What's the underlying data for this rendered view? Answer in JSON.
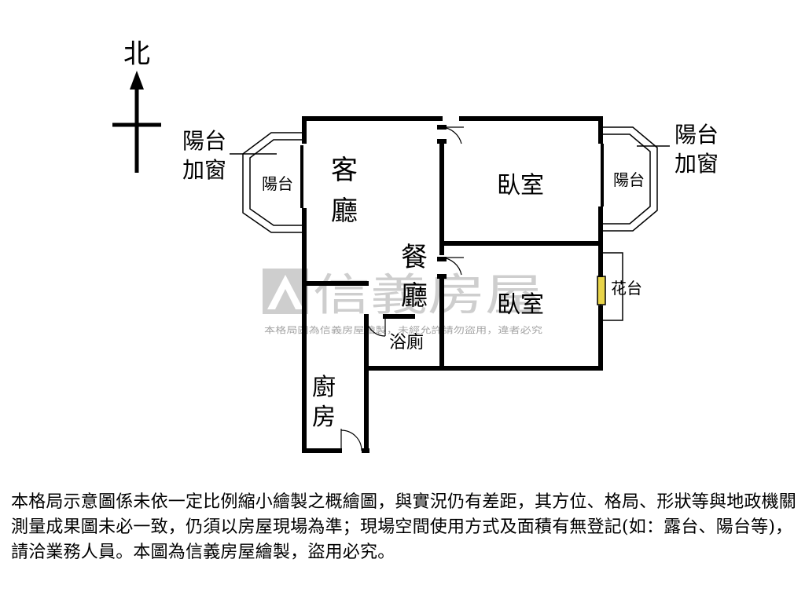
{
  "compass": {
    "north_label": "北"
  },
  "rooms": {
    "living_room": [
      "客",
      "廳"
    ],
    "dining_room": [
      "餐",
      "廳"
    ],
    "bedroom_top": "臥室",
    "bedroom_bottom": "臥室",
    "bathroom": "浴廁",
    "kitchen": [
      "廚",
      "房"
    ],
    "balcony_left": "陽台",
    "balcony_right": "陽台",
    "planter": "花台"
  },
  "callouts": {
    "left_balcony_window": [
      "陽台",
      "加窗"
    ],
    "right_balcony_window": [
      "陽台",
      "加窗"
    ]
  },
  "watermark": {
    "brand": "信義房屋",
    "notice": "本格局圖為信義房屋繪製，未經允許請勿盜用，違者必究"
  },
  "colors": {
    "wall": "#000000",
    "planter_accent": "#e8d44a",
    "watermark": "#c9c9c9"
  },
  "disclaimer": "本格局示意圖係未依一定比例縮小繪製之概繪圖，與實況仍有差距，其方位、格局、形狀等與地政機關測量成果圖未必一致，仍須以房屋現場為準；現場空間使用方式及面積有無登記(如：露台、陽台等)，請洽業務人員。本圖為信義房屋繪製，盜用必究。"
}
